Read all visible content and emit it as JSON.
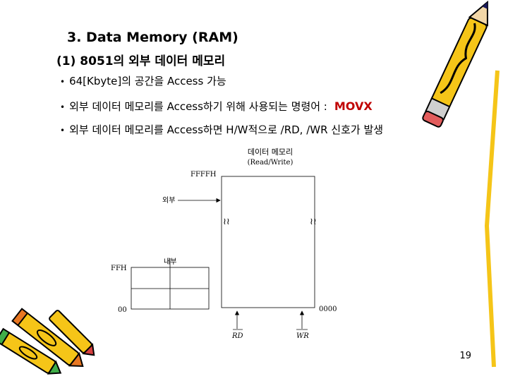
{
  "slide": {
    "title": "3. Data Memory (RAM)",
    "subtitle": "(1) 8051의 외부 데이터 메모리",
    "bullets": [
      "64[Kbyte]의 공간을 Access 가능",
      "외부 데이터 메모리를 Access하기 위해 사용되는 명령어 :",
      "외부 데이터 메모리를  Access하면 H/W적으로 /RD, /WR 신호가 발생"
    ],
    "bullet_marker": "•",
    "movx_label": "MOVX",
    "movx_color": "#c00000",
    "page_number": "19"
  },
  "diagram": {
    "title_line1": "데이터 메모리",
    "title_line2": "(Read/Write)",
    "addr_ffff": "FFFFH",
    "addr_ffh": "FFH",
    "addr_00": "00",
    "addr_0000": "0000",
    "label_external": "외부",
    "label_internal": "내부",
    "signal_rd": "RD",
    "signal_wr": "WR"
  },
  "decorations": {
    "top_right": "pencil-icon",
    "bottom_left": "crayons-icon"
  }
}
